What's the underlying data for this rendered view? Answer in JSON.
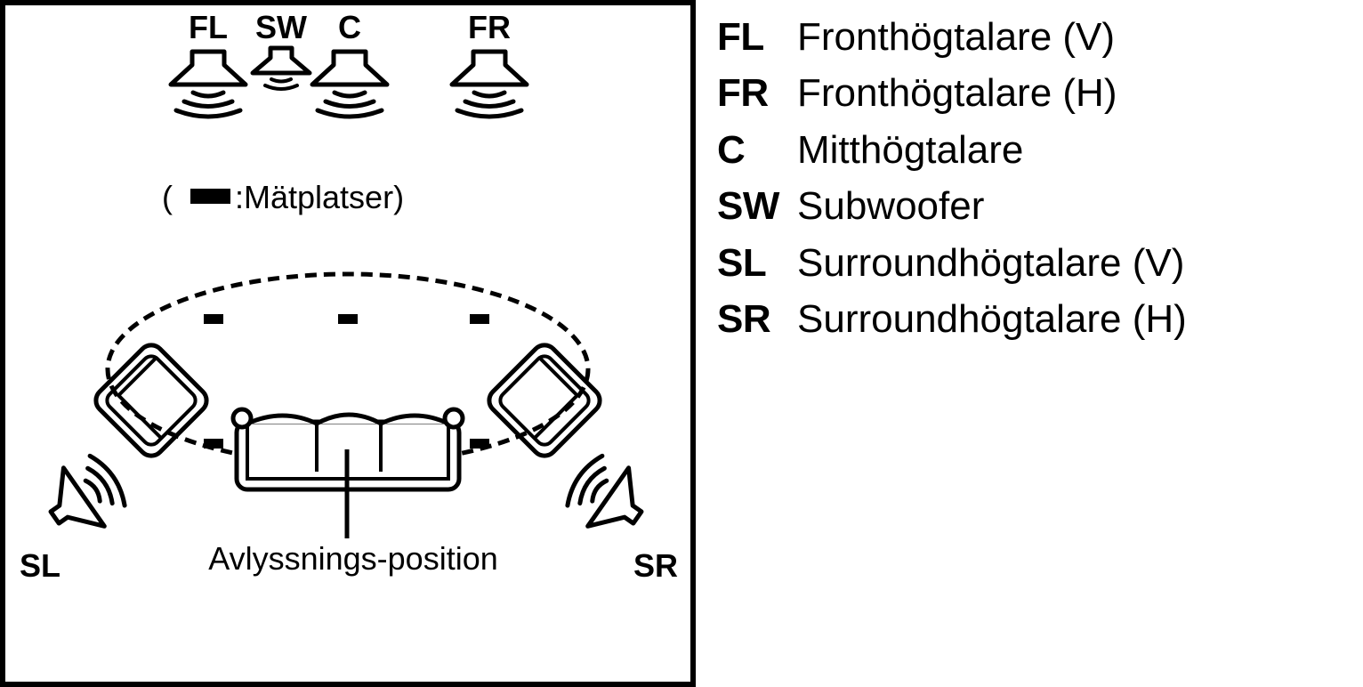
{
  "diagram": {
    "speaker_labels": {
      "fl": "FL",
      "sw": "SW",
      "c": "C",
      "fr": "FR",
      "sl": "SL",
      "sr": "SR"
    },
    "measurement_note": {
      "open": "(",
      "text": ":Mätplatser)"
    },
    "listening_position_label": "Avlyssnings-position",
    "icons": {
      "speaker": "speaker-icon",
      "sofa": "sofa-icon",
      "armchair": "armchair-icon",
      "measurement_marker": "measurement-marker-icon"
    }
  },
  "legend": [
    {
      "code": "FL",
      "description": "Fronthögtalare (V)"
    },
    {
      "code": "FR",
      "description": "Fronthögtalare (H)"
    },
    {
      "code": "C",
      "description": "Mitthögtalare"
    },
    {
      "code": "SW",
      "description": "Subwoofer"
    },
    {
      "code": "SL",
      "description": "Surroundhögtalare (V)"
    },
    {
      "code": "SR",
      "description": "Surroundhögtalare (H)"
    }
  ]
}
